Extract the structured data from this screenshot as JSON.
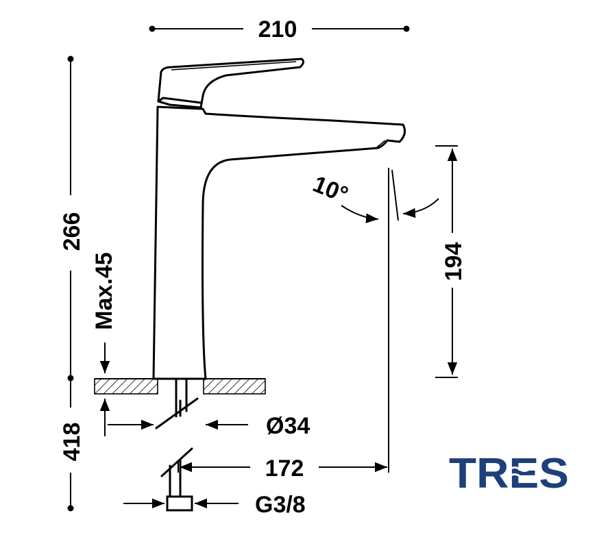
{
  "dimensions": {
    "width": "210",
    "total_height": "266",
    "below_deck": "418",
    "spout_height": "194",
    "max_deck": "Max.45",
    "angle": "10°",
    "base_diameter": "Ø34",
    "spout_reach": "172",
    "connection": "G3/8"
  },
  "logo": {
    "text": "TRES",
    "color": "#1d3f7a"
  }
}
